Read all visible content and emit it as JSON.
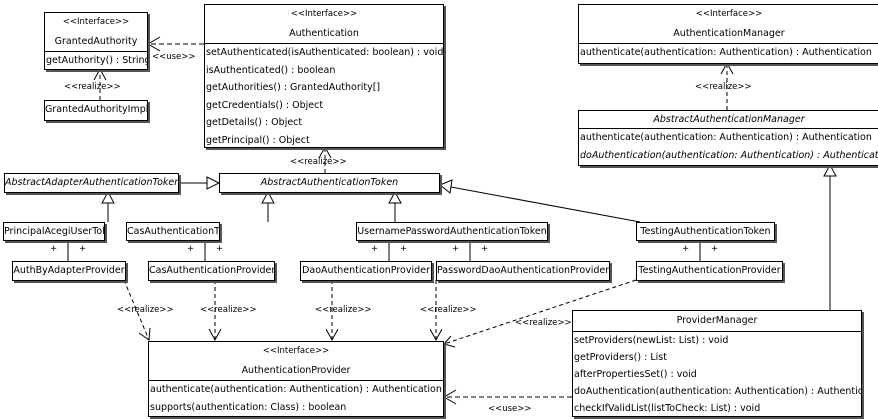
{
  "classes": {
    "granted_authority": {
      "stereotype": "<<Interface>>",
      "name": "GrantedAuthority",
      "methods": [
        "getAuthority() : String"
      ]
    },
    "granted_authority_impl": {
      "name": "GrantedAuthorityImpl"
    },
    "authentication": {
      "stereotype": "<<Interface>>",
      "name": "Authentication",
      "methods": [
        "setAuthenticated(isAuthenticated: boolean) : void",
        "isAuthenticated() : boolean",
        "getAuthorities() : GrantedAuthority[]",
        "getCredentials() : Object",
        "getDetails() : Object",
        "getPrincipal() : Object"
      ]
    },
    "authentication_manager": {
      "stereotype": "<<Interface>>",
      "name": "AuthenticationManager",
      "methods": [
        "authenticate(authentication: Authentication) : Authentication"
      ]
    },
    "abstract_authentication_manager": {
      "name": "AbstractAuthenticationManager",
      "methods": [
        "authenticate(authentication: Authentication) : Authentication",
        "doAuthentication(authentication: Authentication) : Authentication"
      ]
    },
    "abstract_adapter_token": {
      "name": "AbstractAdapterAuthenticationToken"
    },
    "abstract_token": {
      "name": "AbstractAuthenticationToken"
    },
    "principal_token": {
      "name": "PrincipalAcegiUserToken"
    },
    "cas_token": {
      "name": "CasAuthenticationToken"
    },
    "username_token": {
      "name": "UsernamePasswordAuthenticationToken"
    },
    "testing_token": {
      "name": "TestingAuthenticationToken"
    },
    "auth_by_adapter_provider": {
      "name": "AuthByAdapterProvider"
    },
    "cas_provider": {
      "name": "CasAuthenticationProvider"
    },
    "dao_provider": {
      "name": "DaoAuthenticationProvider"
    },
    "password_dao_provider": {
      "name": "PasswordDaoAuthenticationProvider"
    },
    "testing_provider": {
      "name": "TestingAuthenticationProvider"
    },
    "authentication_provider": {
      "stereotype": "<<Interface>>",
      "name": "AuthenticationProvider",
      "methods": [
        "authenticate(authentication: Authentication) : Authentication",
        "supports(authentication: Class) : boolean"
      ]
    },
    "provider_manager": {
      "name": "ProviderManager",
      "methods": [
        "setProviders(newList: List) : void",
        "getProviders() : List",
        "afterPropertiesSet() : void",
        "doAuthentication(authentication: Authentication) : Authentication",
        "checkIfValidList(listToCheck: List) : void"
      ]
    }
  },
  "labels": {
    "use": "<<use>>",
    "realize": "<<realize>>",
    "plus": "+"
  }
}
